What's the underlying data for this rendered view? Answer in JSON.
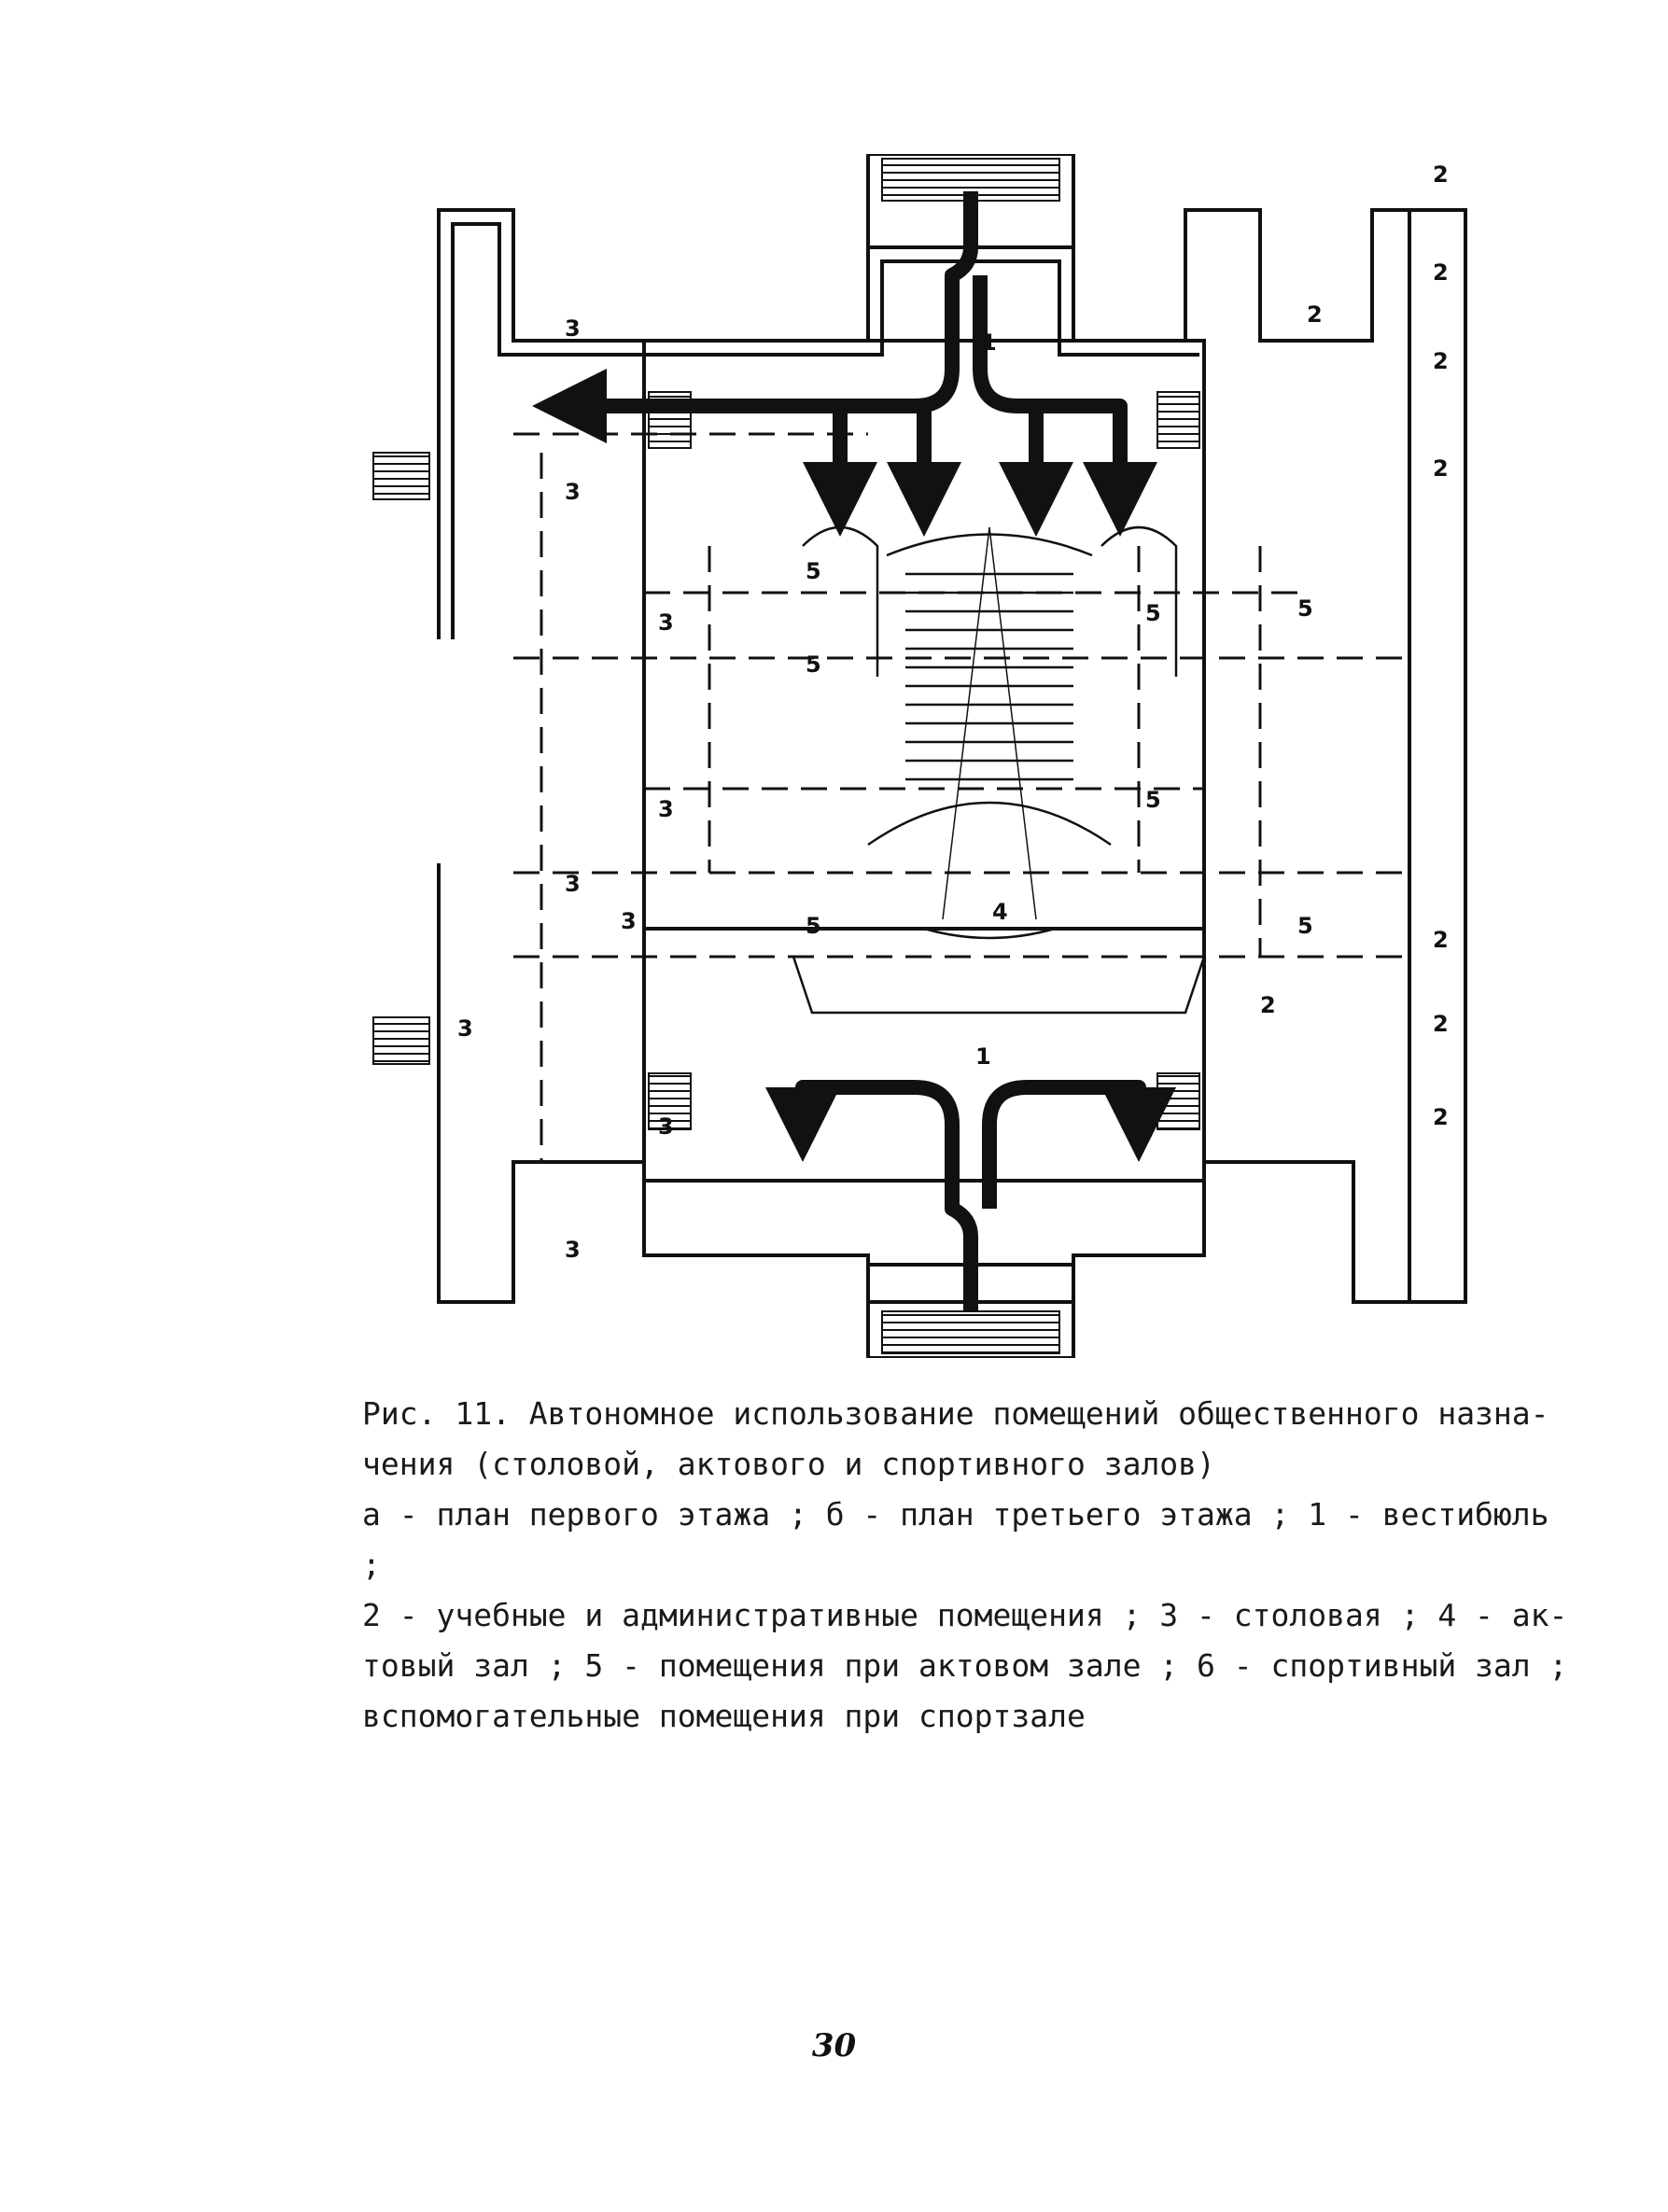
{
  "figure": {
    "room_labels": {
      "vestibule": "1",
      "classrooms": "2",
      "canteen": "3",
      "assembly_hall": "4",
      "hall_rooms": "5"
    }
  },
  "caption": {
    "title_line1": "Рис. 11. Автономное использование помещений общественного назна-",
    "title_line2": "чения (столовой, актового и спортивного залов)",
    "legend_lines": [
      "а - план первого этажа ; б - план третьего этажа ; 1 - вестибюль ;",
      "2 - учебные и административные помещения ; 3 - столовая ; 4 - ак-",
      "товый зал ; 5 - помещения при актовом зале ; 6 - спортивный зал ;",
      "вспомогательные помещения при спортзале"
    ]
  },
  "page_number": "30"
}
